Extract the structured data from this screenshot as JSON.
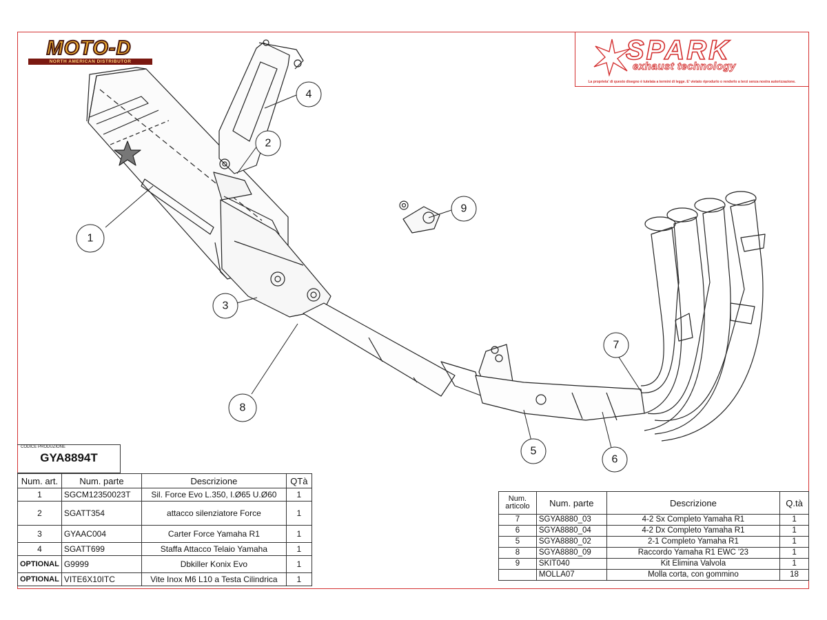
{
  "logos": {
    "motod": {
      "word": "MOTO-D",
      "subtitle": "NORTH AMERICAN DISTRIBUTOR"
    },
    "spark": {
      "word": "SPARK",
      "tagline": "exhaust technology",
      "legal": "La proprieta' di questo disegno è tutelata a termini di legge. E' vietato riprodurlo o renderlo a terzi senza nostra autorizzazione."
    }
  },
  "colors": {
    "frame": "#d32f2f",
    "line": "#333333",
    "brand_red": "#d32f2f",
    "motod_gold": "#f2b030"
  },
  "production": {
    "label": "CODICE PRODUZIONE",
    "code": "GYA8894T"
  },
  "callouts": [
    "1",
    "2",
    "3",
    "4",
    "5",
    "6",
    "7",
    "8",
    "9"
  ],
  "left_table": {
    "headers": [
      "Num. art.",
      "Num. parte",
      "Descrizione",
      "QTà"
    ],
    "rows": [
      [
        "1",
        "SGCM12350023T",
        "Sil. Force Evo L.350, I.Ø65 U.Ø60",
        "1"
      ],
      [
        "2",
        "SGATT354",
        "attacco silenziatore Force",
        "1"
      ],
      [
        "3",
        "GYAAC004",
        "Carter Force Yamaha R1",
        "1"
      ],
      [
        "4",
        "SGATT699",
        "Staffa Attacco Telaio Yamaha",
        "1"
      ],
      [
        "OPTIONAL",
        "G9999",
        "Dbkiller Konix Evo",
        "1"
      ],
      [
        "OPTIONAL",
        "VITE6X10ITC",
        "Vite Inox M6 L10 a Testa Cilindrica",
        "1"
      ]
    ]
  },
  "right_table": {
    "headers": [
      "Num. articolo",
      "Num. parte",
      "Descrizione",
      "Q.tà"
    ],
    "rows": [
      [
        "7",
        "SGYA8880_03",
        "4-2 Sx Completo Yamaha R1",
        "1"
      ],
      [
        "6",
        "SGYA8880_04",
        "4-2 Dx Completo Yamaha R1",
        "1"
      ],
      [
        "5",
        "SGYA8880_02",
        "2-1 Completo Yamaha R1",
        "1"
      ],
      [
        "8",
        "SGYA8880_09",
        "Raccordo Yamaha R1 EWC '23",
        "1"
      ],
      [
        "9",
        "SKIT040",
        "Kit Elimina Valvola",
        "1"
      ],
      [
        "",
        "MOLLA07",
        "Molla corta, con gommino",
        "18"
      ]
    ]
  }
}
